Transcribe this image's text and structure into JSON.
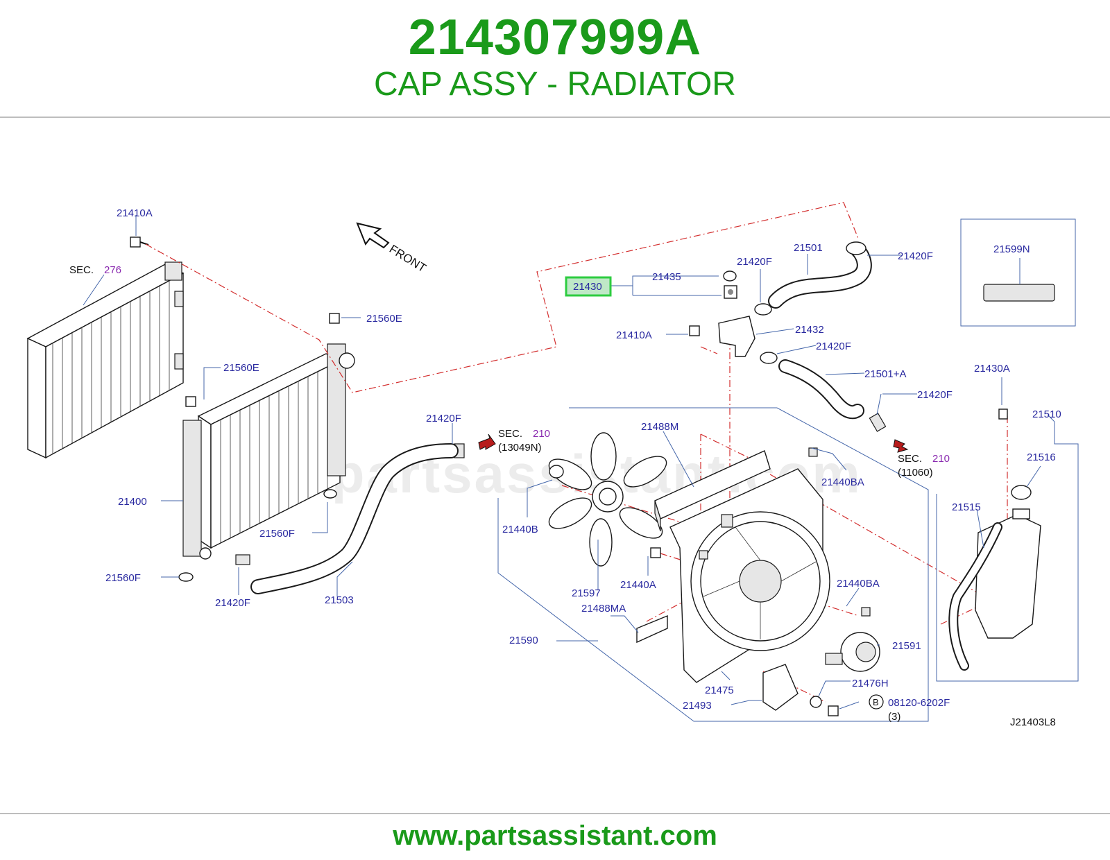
{
  "header": {
    "part_number": "214307999A",
    "part_name": "CAP ASSY - RADIATOR"
  },
  "footer": {
    "url": "www.partsassistant.com"
  },
  "diagram": {
    "watermark": "www.partsassistant.com",
    "front_label": "FRONT",
    "diagram_code": "J21403L8",
    "highlight_color": "#2ecc40",
    "label_color": "#2a2aa0",
    "section_color": "#8a2ab0",
    "refs": {
      "sec276": {
        "sec": "SEC.",
        "num": "276"
      },
      "sec210a": {
        "sec": "SEC.",
        "num": "210",
        "sub": "(13049N)"
      },
      "sec210b": {
        "sec": "SEC.",
        "num": "210",
        "sub": "(11060)"
      }
    },
    "callouts": {
      "l21410A_top": "21410A",
      "l21560E_a": "21560E",
      "l21560E_b": "21560E",
      "l21400": "21400",
      "l21560F_a": "21560F",
      "l21560F_b": "21560F",
      "l21420F_bl": "21420F",
      "l21503": "21503",
      "l21420F_mid": "21420F",
      "l21430": "21430",
      "l21435": "21435",
      "l21420F_c1": "21420F",
      "l21501": "21501",
      "l21420F_tr": "21420F",
      "l21410A_mid": "21410A",
      "l21432": "21432",
      "l21420F_c2": "21420F",
      "l21501A": "21501+A",
      "l21420F_r": "21420F",
      "l21599N": "21599N",
      "l21430A": "21430A",
      "l21510": "21510",
      "l21516": "21516",
      "l21515": "21515",
      "l21488M": "21488M",
      "l21440BA_a": "21440BA",
      "l21440B": "21440B",
      "l21597": "21597",
      "l21440A": "21440A",
      "l21488MA": "21488MA",
      "l21590": "21590",
      "l21440BA_b": "21440BA",
      "l21591": "21591",
      "l21475": "21475",
      "l21476H": "21476H",
      "l21493": "21493",
      "l_bolt": "08120-6202F",
      "l_bolt_qty": "(3)",
      "l_bolt_badge": "B"
    }
  }
}
